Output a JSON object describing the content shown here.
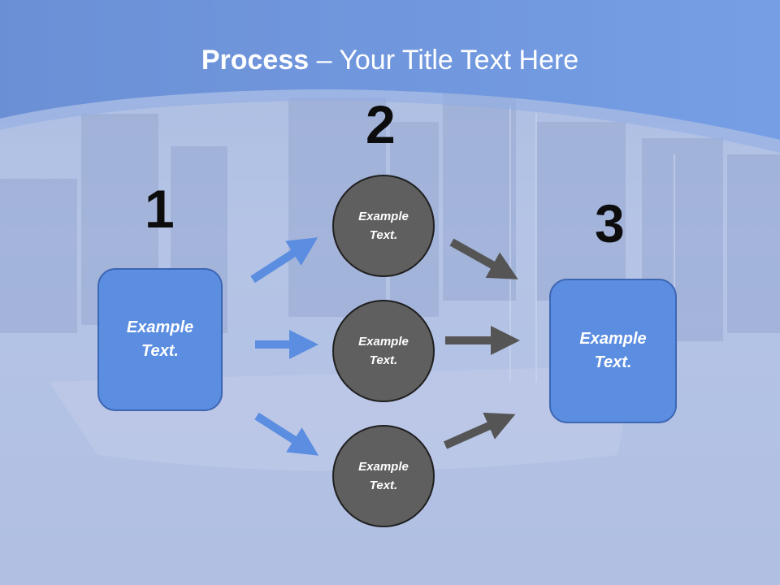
{
  "title": {
    "bold": "Process",
    "rest": " – Your Title Text Here"
  },
  "colors": {
    "header_blue": "#3b73d4",
    "box_blue": "#5b8de0",
    "circle_gray": "#5f5f5f",
    "arrow_blue": "#5b8de0",
    "arrow_gray": "#555555"
  },
  "steps": [
    {
      "number": "1",
      "line1": "Example",
      "line2": "Text."
    },
    {
      "number": "2"
    },
    {
      "number": "3",
      "line1": "Example",
      "line2": "Text."
    }
  ],
  "circles": [
    {
      "line1": "Example",
      "line2": "Text."
    },
    {
      "line1": "Example",
      "line2": "Text."
    },
    {
      "line1": "Example",
      "line2": "Text."
    }
  ]
}
